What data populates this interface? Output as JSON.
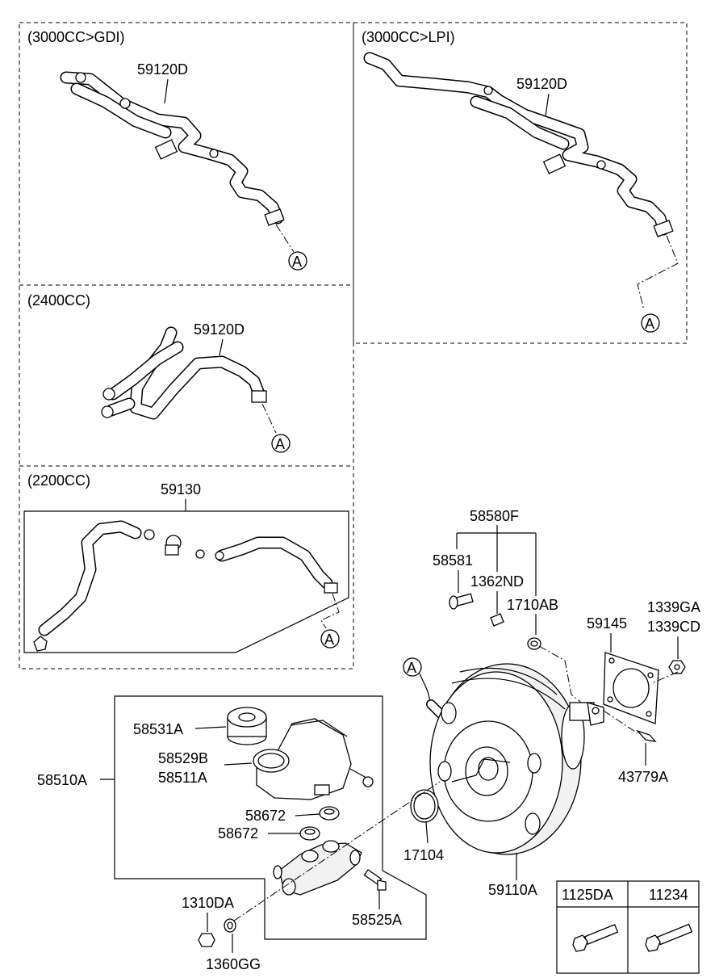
{
  "sections": {
    "gdi_3000": {
      "title": "(3000CC>GDI)",
      "part": "59120D",
      "ref": "A"
    },
    "lpi_3000": {
      "title": "(3000CC>LPI)",
      "part": "59120D",
      "ref": "A"
    },
    "cc_2400": {
      "title": "(2400CC)",
      "part": "59120D",
      "ref": "A"
    },
    "cc_2200": {
      "title": "(2200CC)",
      "part": "59130",
      "ref": "A"
    }
  },
  "booster": {
    "ref": "A",
    "labels": {
      "p58580F": "58580F",
      "p58581": "58581",
      "p1362ND": "1362ND",
      "p1710AB": "1710AB",
      "p59145": "59145",
      "p1339GA": "1339GA",
      "p1339CD": "1339CD",
      "p43779A": "43779A",
      "p17104": "17104",
      "p59110A": "59110A"
    }
  },
  "master_cylinder": {
    "labels": {
      "p58510A": "58510A",
      "p58531A": "58531A",
      "p58529B": "58529B",
      "p58511A": "58511A",
      "p58672a": "58672",
      "p58672b": "58672",
      "p58525A": "58525A",
      "p1310DA": "1310DA",
      "p1360GG": "1360GG"
    }
  },
  "bolt_table": {
    "headers": [
      "1125DA",
      "11234"
    ]
  }
}
